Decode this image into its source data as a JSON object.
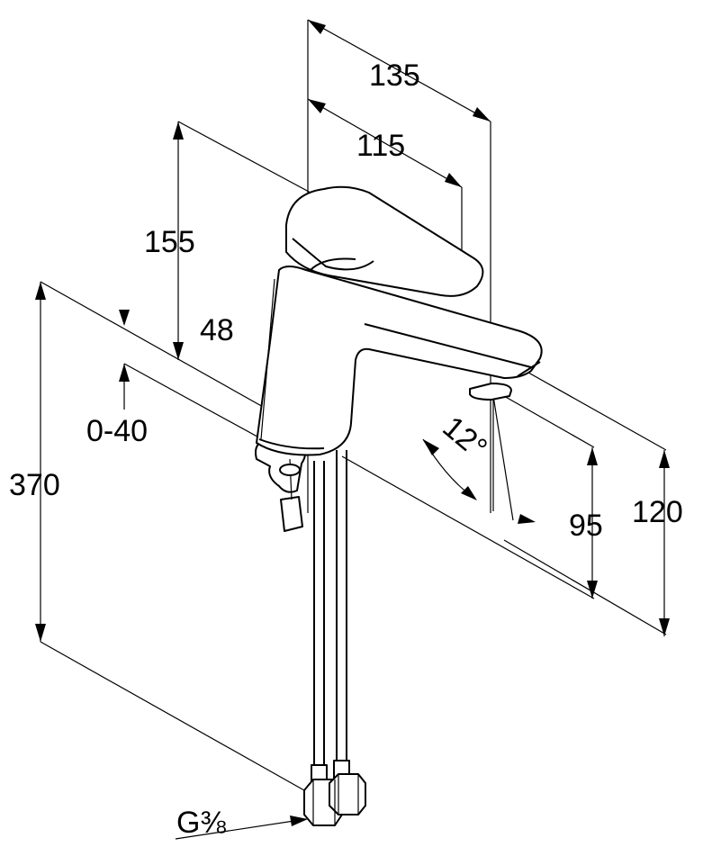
{
  "dimensions": {
    "width_overall": "135",
    "spout_reach": "115",
    "height_spout_body": "155",
    "body_width": "48",
    "deck_thickness": "0-40",
    "hose_length": "370",
    "spout_height": "95",
    "outlet_height": "120",
    "spray_angle": "12°",
    "connection_thread": "G⅜"
  }
}
